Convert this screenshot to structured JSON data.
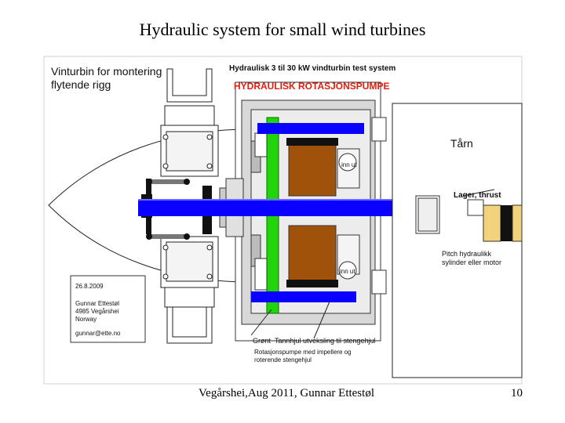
{
  "slide": {
    "title": "Hydraulic system for small wind turbines",
    "footer": "Vegårshei,Aug 2011, Gunnar Ettestøl",
    "page_number": "10"
  },
  "diagram": {
    "heading_line1": "Vinturbin for montering",
    "heading_line2": "flytende rigg",
    "system_title": "Hydraulisk 3 til 30 kW vindturbin test system",
    "pump_title": "HYDRAULISK ROTASJONSPUMPE",
    "tower_label": "Tårn",
    "bearing_label": "Lager, thrust",
    "port_upper": "inn ut",
    "port_lower": "inn ut",
    "pitch_line1": "Pitch hydraulikk",
    "pitch_line2": "sylinder eller motor",
    "author_date": "26.8.2009",
    "author_name": "Gunnar Ettestøl",
    "author_address": "4985 Vegårshei",
    "author_country": "Norway",
    "author_email": "gunnar@ette.no",
    "note_green": "Grønt",
    "note_gear": "Tannhjul utveksling til stengehjul",
    "note_pump_line1": "Rotasjonspumpe med impellere og",
    "note_pump_line2": "roterende stengehjul",
    "colors": {
      "shaft": "#0a00ff",
      "impeller": "#a0520a",
      "gear": "#22d40a",
      "pitch_cylinder": "#f2d27a",
      "title_red": "#e81c0c"
    }
  }
}
